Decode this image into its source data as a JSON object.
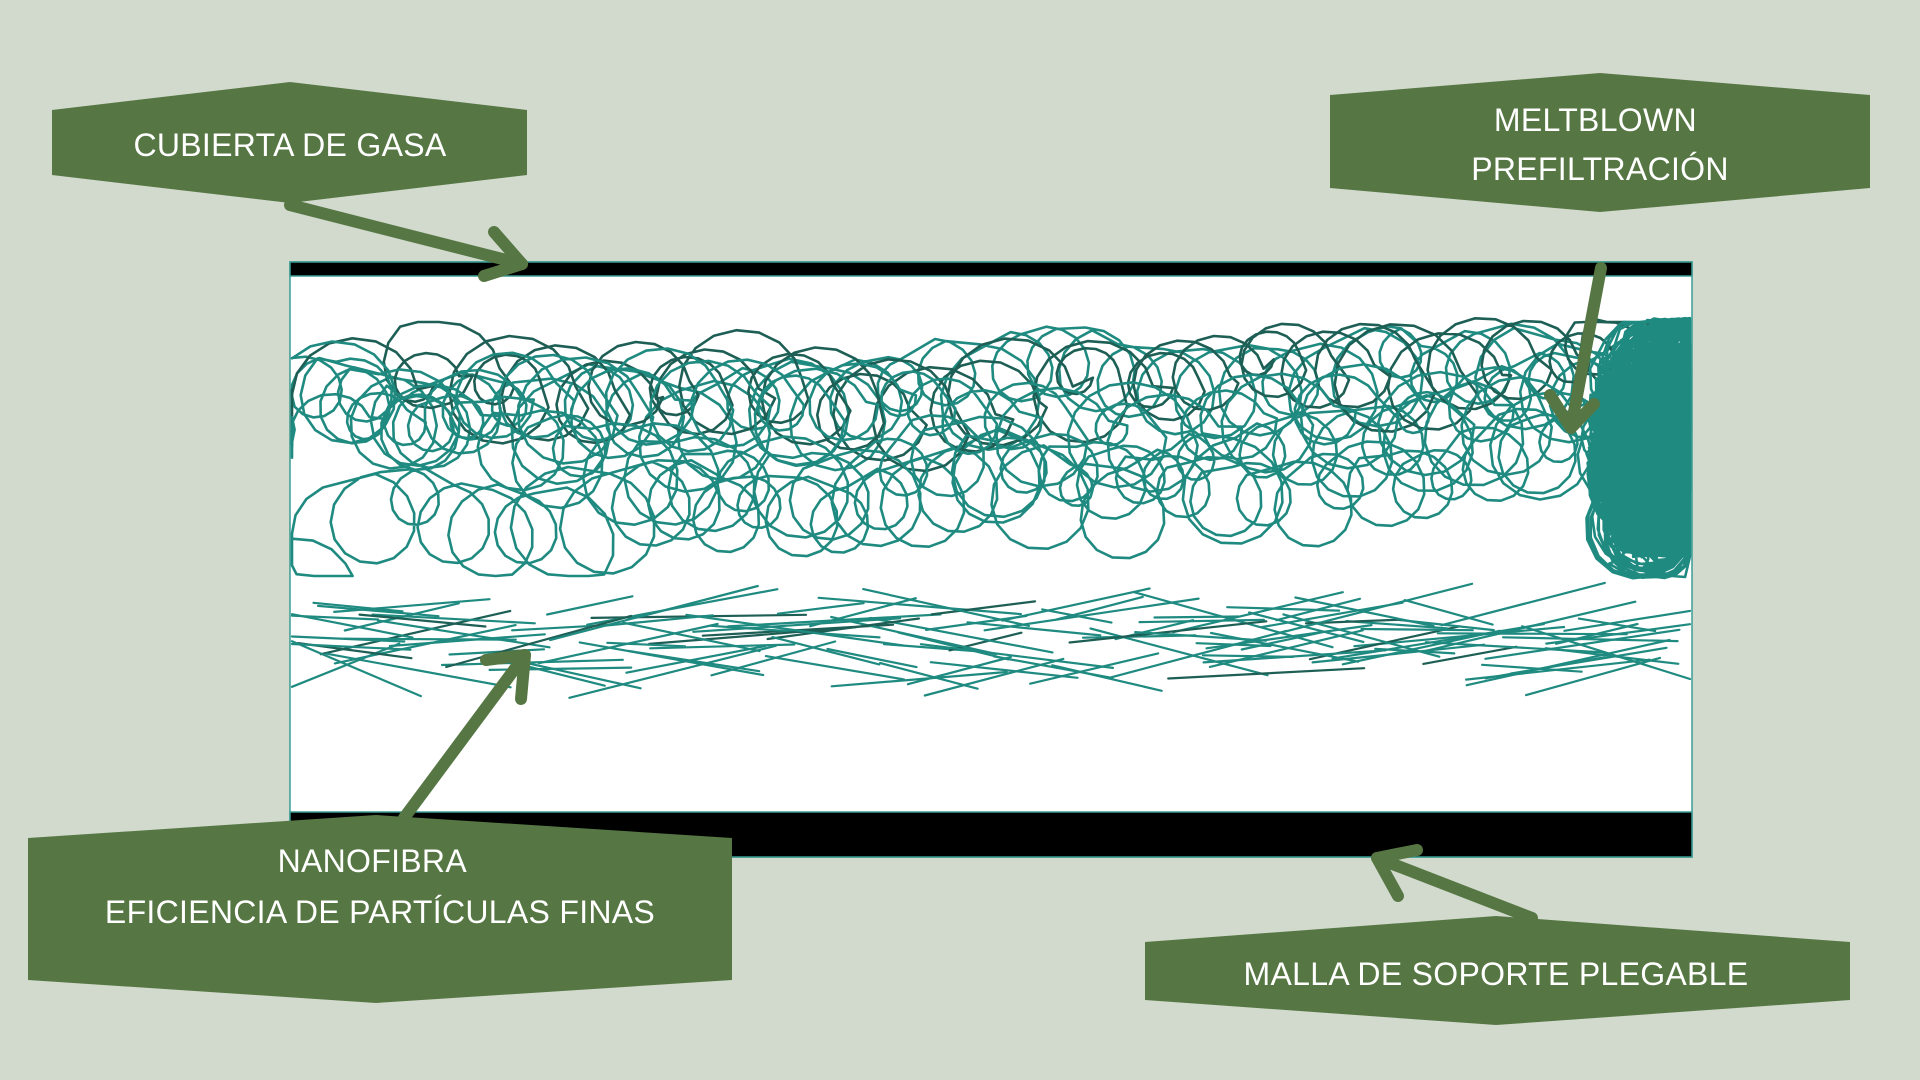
{
  "diagram": {
    "colors": {
      "background": "#d1dacd",
      "label_fill": "#567744",
      "label_text": "#ffffff",
      "fiber": "#1f8a80",
      "fiber_dark": "#1d5e55",
      "barrier": "#000000",
      "panel": "#ffffff"
    },
    "labels": {
      "gauze_cover": {
        "lines": [
          "CUBIERTA DE GASA"
        ]
      },
      "meltblown": {
        "lines": [
          "MELTBLOWN",
          "PREFILTRACIÓN"
        ]
      },
      "nanofiber": {
        "lines": [
          "NANOFIBRA",
          "EFICIENCIA DE PARTÍCULAS FINAS"
        ]
      },
      "support_mesh": {
        "lines": [
          "MALLA DE SOPORTE PLEGABLE"
        ]
      }
    },
    "icons": {
      "meltblown_layer": "tangled-fiber-loops",
      "nanofiber_layer": "crossed-fine-fibers",
      "arrows": "arrow-icon"
    }
  }
}
